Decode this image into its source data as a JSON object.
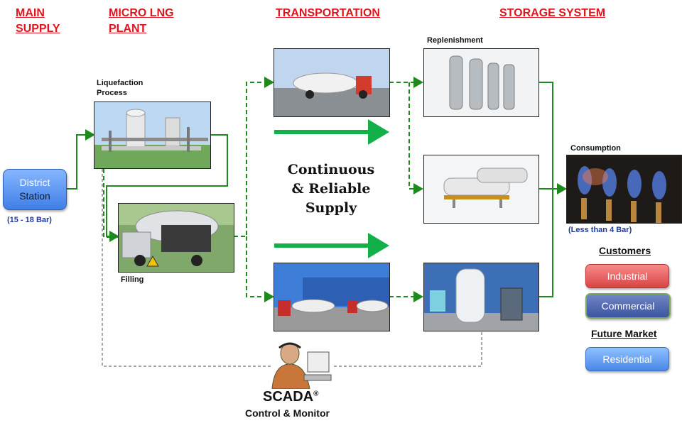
{
  "headers": {
    "main_supply": [
      "MAIN",
      "SUPPLY"
    ],
    "micro_lng": [
      "MICRO LNG",
      "PLANT"
    ],
    "transportation": "TRANSPORTATION",
    "storage": "STORAGE SYSTEM"
  },
  "district": {
    "line1": "District",
    "line2": "Station",
    "pressure": "(15 - 18 Bar)"
  },
  "labels": {
    "liquefaction": [
      "Liquefaction",
      "Process"
    ],
    "filling": "Filling",
    "replenishment": "Replenishment",
    "consumption": "Consumption",
    "consumption_pressure": "(Less than 4 Bar)"
  },
  "center_text": [
    "Continuous",
    "& Reliable",
    "Supply"
  ],
  "customers": {
    "title": "Customers",
    "industrial": "Industrial",
    "commercial": "Commercial",
    "future_title": "Future Market",
    "residential": "Residential"
  },
  "scada": {
    "name": "SCADA",
    "mark": "®",
    "subtitle": "Control & Monitor"
  },
  "colors": {
    "header": "#e0141e",
    "flow_green": "#1e8a1e",
    "arrow_green": "#13b04a",
    "control_gray": "#888888"
  }
}
